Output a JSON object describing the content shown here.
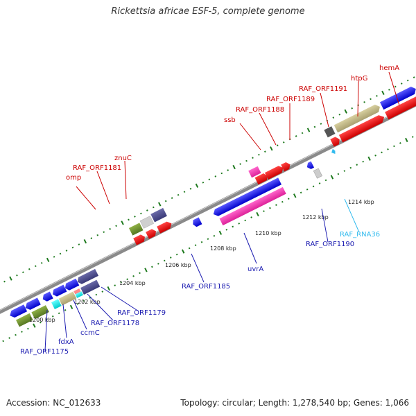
{
  "title": "Rickettsia africae ESF-5, complete genome",
  "footer": {
    "accession": "Accession: NC_012633",
    "summary": "Topology: circular; Length: 1,278,540 bp; Genes: 1,066"
  },
  "colors": {
    "forward_label": "#cc0000",
    "reverse_label": "#1a1ab0",
    "rna_label": "#33bbee",
    "backbone": "#888888",
    "tick": "#1e7a1e"
  },
  "scale": {
    "ticks": [
      "1200 kbp",
      "1202 kbp",
      "1204 kbp",
      "1206 kbp",
      "1208 kbp",
      "1210 kbp",
      "1212 kbp",
      "1214 kbp"
    ]
  },
  "genes_top": [
    "omp",
    "RAF_ORF1181",
    "znuC",
    "ssb",
    "RAF_ORF1188",
    "RAF_ORF1189",
    "RAF_ORF1191",
    "htpG",
    "hemA"
  ],
  "genes_bottom": [
    "RAF_ORF1175",
    "fdxA",
    "ccmC",
    "RAF_ORF1178",
    "RAF_ORF1179",
    "RAF_ORF1185",
    "uvrA",
    "RAF_ORF1190"
  ],
  "genes_rna": [
    "RAF_RNA36"
  ]
}
